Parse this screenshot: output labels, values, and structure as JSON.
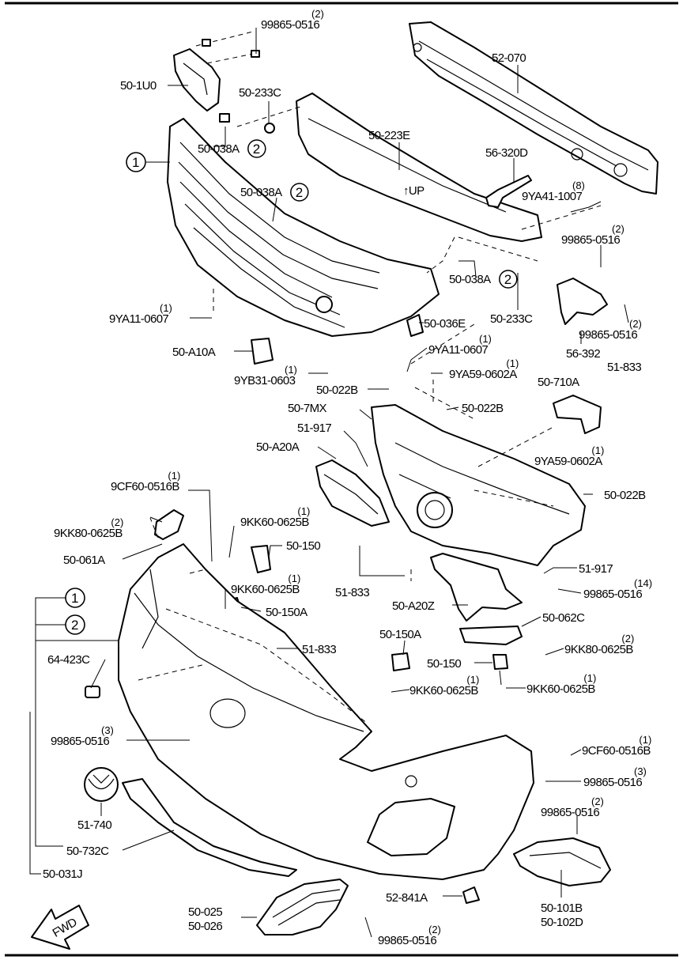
{
  "border_color": "#000000",
  "background": "#ffffff",
  "fwd_label": "FWD",
  "circle_markers": [
    "1",
    "2"
  ],
  "labels": {
    "l_99865_0516_top": {
      "pn": "99865-0516",
      "qty": "(2)"
    },
    "l_52_070": {
      "pn": "52-070"
    },
    "l_50_1u0": {
      "pn": "50-1U0"
    },
    "l_50_233c_top": {
      "pn": "50-233C"
    },
    "l_50_223e": {
      "pn": "50-223E"
    },
    "l_50_038a_1": {
      "pn": "50-038A",
      "circle": "2"
    },
    "l_56_320d": {
      "pn": "56-320D"
    },
    "l_9ya41_1007": {
      "pn": "9YA41-1007",
      "qty": "(8)"
    },
    "l_50_038a_2": {
      "pn": "50-038A",
      "circle": "2"
    },
    "l_99865_0516_r1": {
      "pn": "99865-0516",
      "qty": "(2)"
    },
    "l_50_038a_3": {
      "pn": "50-038A",
      "circle": "2"
    },
    "l_50_233c_mid": {
      "pn": "50-233C"
    },
    "l_9ya11_0607_l": {
      "pn": "9YA11-0607",
      "qty": "(1)"
    },
    "l_99865_0516_r2": {
      "pn": "99865-0516",
      "qty": "(2)"
    },
    "l_50_036e": {
      "pn": "50-036E"
    },
    "l_56_392": {
      "pn": "56-392"
    },
    "l_50_a10a": {
      "pn": "50-A10A"
    },
    "l_9ya11_0607_r": {
      "pn": "9YA11-0607",
      "qty": "(1)"
    },
    "l_9yb31_0603": {
      "pn": "9YB31-0603",
      "qty": "(1)"
    },
    "l_9ya59_0602a_1": {
      "pn": "9YA59-0602A",
      "qty": "(1)"
    },
    "l_51_833_tr": {
      "pn": "51-833"
    },
    "l_50_022b_1": {
      "pn": "50-022B"
    },
    "l_50_710a": {
      "pn": "50-710A"
    },
    "l_50_7mx": {
      "pn": "50-7MX"
    },
    "l_50_022b_2": {
      "pn": "50-022B"
    },
    "l_51_917_top": {
      "pn": "51-917"
    },
    "l_50_a20a": {
      "pn": "50-A20A"
    },
    "l_9ya59_0602a_2": {
      "pn": "9YA59-0602A",
      "qty": "(1)"
    },
    "l_50_022b_3": {
      "pn": "50-022B"
    },
    "l_9cf60_0516b_l": {
      "pn": "9CF60-0516B",
      "qty": "(1)"
    },
    "l_9kk80_0625b_l": {
      "pn": "9KK80-0625B",
      "qty": "(2)"
    },
    "l_9kk60_0625b_1": {
      "pn": "9KK60-0625B",
      "qty": "(1)"
    },
    "l_50_061a": {
      "pn": "50-061A"
    },
    "l_50_150_1": {
      "pn": "50-150"
    },
    "l_51_917_mid": {
      "pn": "51-917"
    },
    "l_51_833_mid": {
      "pn": "51-833"
    },
    "l_99865_0516_14": {
      "pn": "99865-0516",
      "qty": "(14)"
    },
    "l_9kk60_0625b_2": {
      "pn": "9KK60-0625B",
      "qty": "(1)"
    },
    "l_50_150a_1": {
      "pn": "50-150A"
    },
    "l_50_a20z": {
      "pn": "50-A20Z"
    },
    "l_50_062c": {
      "pn": "50-062C"
    },
    "l_50_150a_2": {
      "pn": "50-150A"
    },
    "l_9kk80_0625b_r": {
      "pn": "9KK80-0625B",
      "qty": "(2)"
    },
    "l_51_833_low": {
      "pn": "51-833"
    },
    "l_64_423c": {
      "pn": "64-423C"
    },
    "l_50_150_2": {
      "pn": "50-150"
    },
    "l_9kk60_0625b_3": {
      "pn": "9KK60-0625B",
      "qty": "(1)"
    },
    "l_9kk60_0625b_4": {
      "pn": "9KK60-0625B",
      "qty": "(1)"
    },
    "l_99865_0516_3l": {
      "pn": "99865-0516",
      "qty": "(3)"
    },
    "l_9cf60_0516b_r": {
      "pn": "9CF60-0516B",
      "qty": "(1)"
    },
    "l_99865_0516_3r": {
      "pn": "99865-0516",
      "qty": "(3)"
    },
    "l_51_740": {
      "pn": "51-740"
    },
    "l_99865_0516_2r": {
      "pn": "99865-0516",
      "qty": "(2)"
    },
    "l_50_732c": {
      "pn": "50-732C"
    },
    "l_50_031j": {
      "pn": "50-031J"
    },
    "l_50_101b": {
      "pn": "50-101B",
      "pn2": "50-102D"
    },
    "l_52_841a": {
      "pn": "52-841A"
    },
    "l_50_025": {
      "pn": "50-025",
      "pn2": "50-026"
    },
    "l_99865_0516_bot": {
      "pn": "99865-0516",
      "qty": "(2)"
    }
  }
}
